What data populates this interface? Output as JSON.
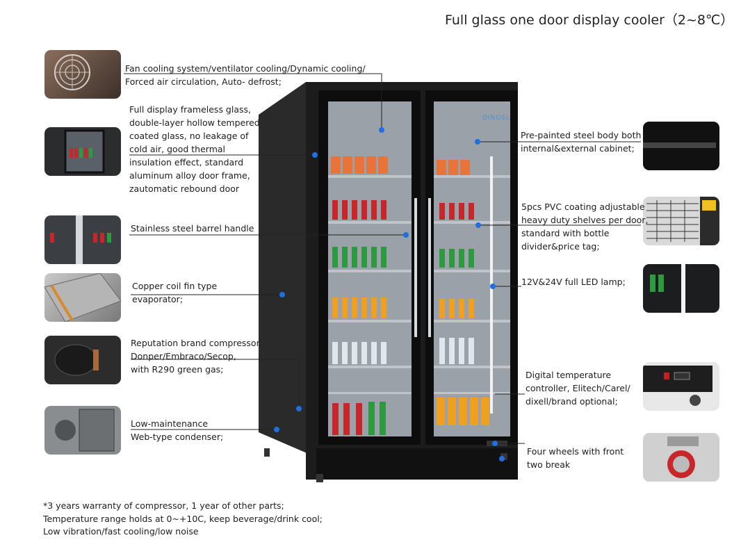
{
  "title": "Full glass one door display cooler（2~8℃）",
  "features_left": [
    {
      "lines": [
        "Fan cooling system/ventilator cooling/Dynamic cooling/",
        "Forced air circulation, Auto- defrost;"
      ]
    },
    {
      "lines": [
        "Full display frameless glass,",
        "double-layer hollow tempered",
        "coated glass, no leakage of",
        "cold air, good thermal",
        "insulation effect, standard",
        "aluminum alloy door frame,",
        "zautomatic rebound door"
      ]
    },
    {
      "lines": [
        "Stainless steel barrel handle"
      ]
    },
    {
      "lines": [
        "Copper coil fin type",
        "evaporator;"
      ]
    },
    {
      "lines": [
        "Reputation brand compressor",
        "Donper/Embraco/Secop,",
        "with R290 green gas;"
      ]
    },
    {
      "lines": [
        "Low-maintenance",
        "Web-type condenser;"
      ]
    }
  ],
  "features_right": [
    {
      "lines": [
        "Pre-painted steel body both",
        "internal&external cabinet;"
      ]
    },
    {
      "lines": [
        "5pcs PVC coating adjustable",
        "heavy duty shelves per door,",
        "standard with bottle",
        "divider&price tag;"
      ]
    },
    {
      "lines": [
        "12V&24V full LED lamp;"
      ]
    },
    {
      "lines": [
        "Digital temperature",
        "controller, Elitech/Carel/",
        "dixell/brand optional;"
      ]
    },
    {
      "lines": [
        "Four wheels with front",
        "two break"
      ]
    }
  ],
  "notes": [
    "*3 years warranty of compressor, 1 year of other parts;",
    "Temperature range holds at 0~+10C, keep beverage/drink cool;",
    "Low vibration/fast cooling/low noise"
  ],
  "brand_mark": "DINGSL",
  "colors": {
    "dot": "#1f6fe0",
    "cabinet": "#2b2b2b",
    "frame": "#111111",
    "bottle_red": "#c7262b",
    "bottle_green": "#2d9a3f",
    "bottle_orange": "#f0a020"
  }
}
